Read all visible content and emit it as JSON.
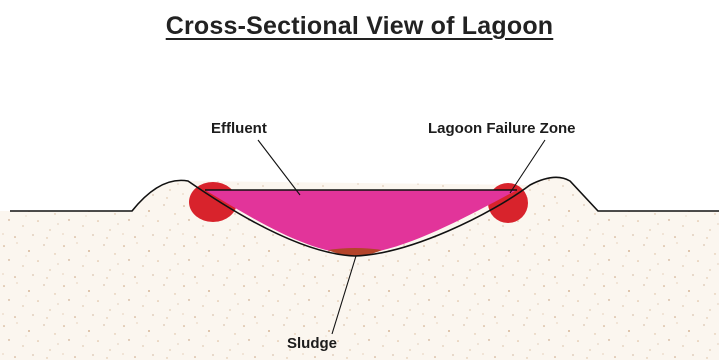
{
  "title": "Cross-Sectional View of Lagoon",
  "labels": {
    "effluent": "Effluent",
    "failure_zone": "Lagoon Failure Zone",
    "sludge": "Sludge"
  },
  "colors": {
    "effluent": "#e2349a",
    "failure_zone": "#d8232c",
    "sludge": "#b4442a",
    "ground_speckle": "#c9a27c",
    "outline": "#111111"
  }
}
